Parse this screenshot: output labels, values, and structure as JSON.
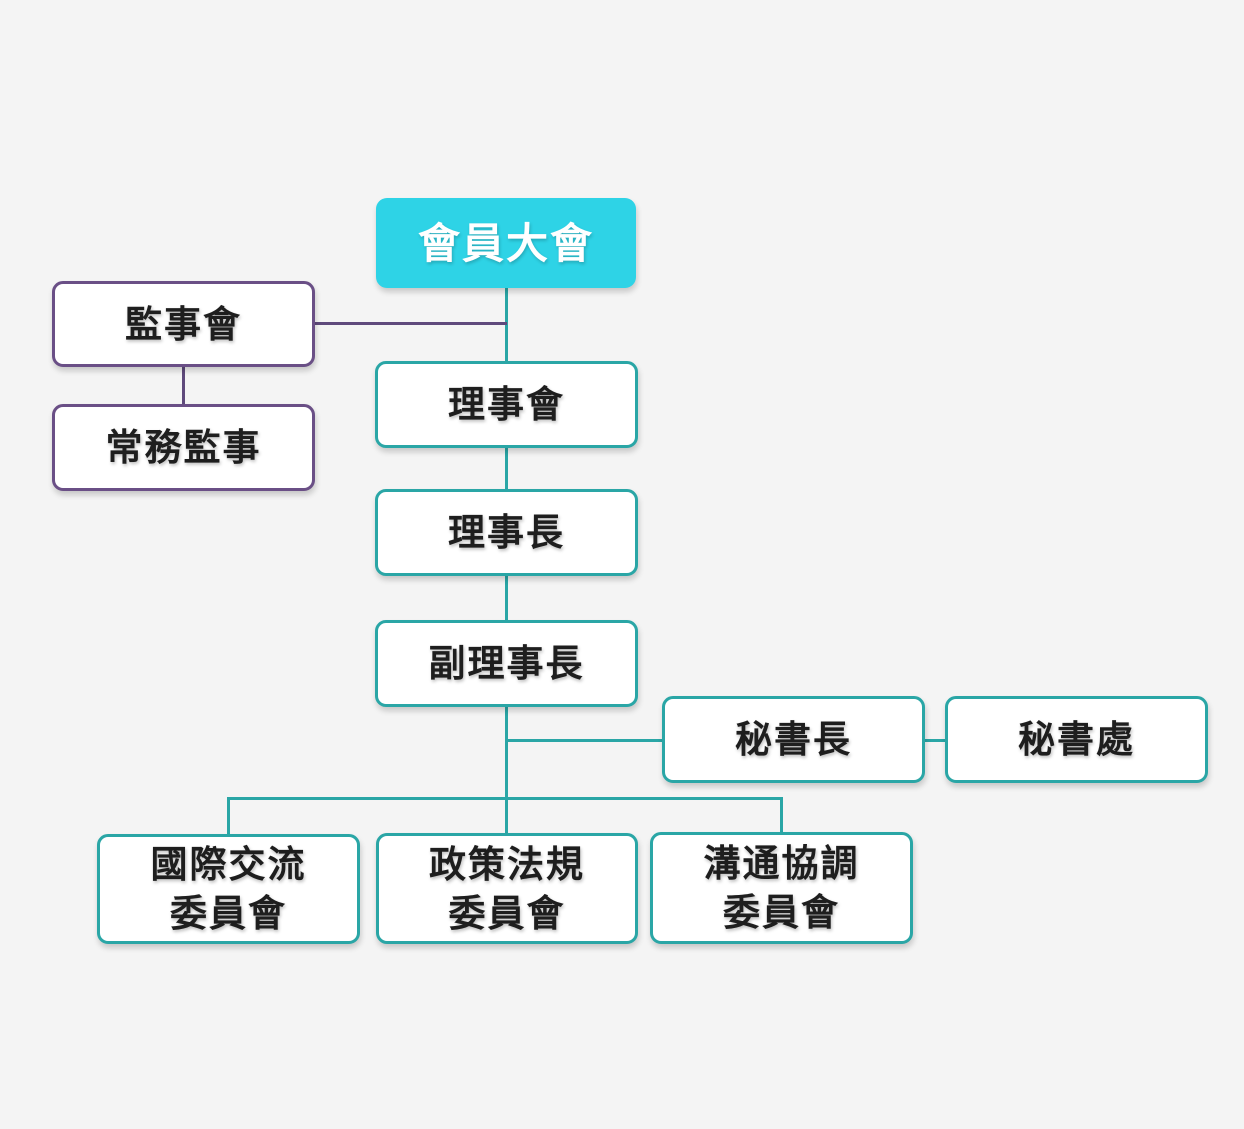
{
  "diagram": {
    "general_assembly": "會員大會",
    "board_of_supervisors": "監事會",
    "standing_supervisor": "常務監事",
    "board_of_directors": "理事會",
    "chairman": "理事長",
    "vice_chairman": "副理事長",
    "secretary_general": "秘書長",
    "secretariat": "秘書處",
    "committees": [
      {
        "line1": "國際交流",
        "line2": "委員會"
      },
      {
        "line1": "政策法規",
        "line2": "委員會"
      },
      {
        "line1": "溝通協調",
        "line2": "委員會"
      }
    ]
  },
  "colors": {
    "background": "#f4f4f4",
    "top_node_fill": "#2ed3e6",
    "teal_border": "#2aa6a6",
    "purple_border": "#6a4f86"
  }
}
